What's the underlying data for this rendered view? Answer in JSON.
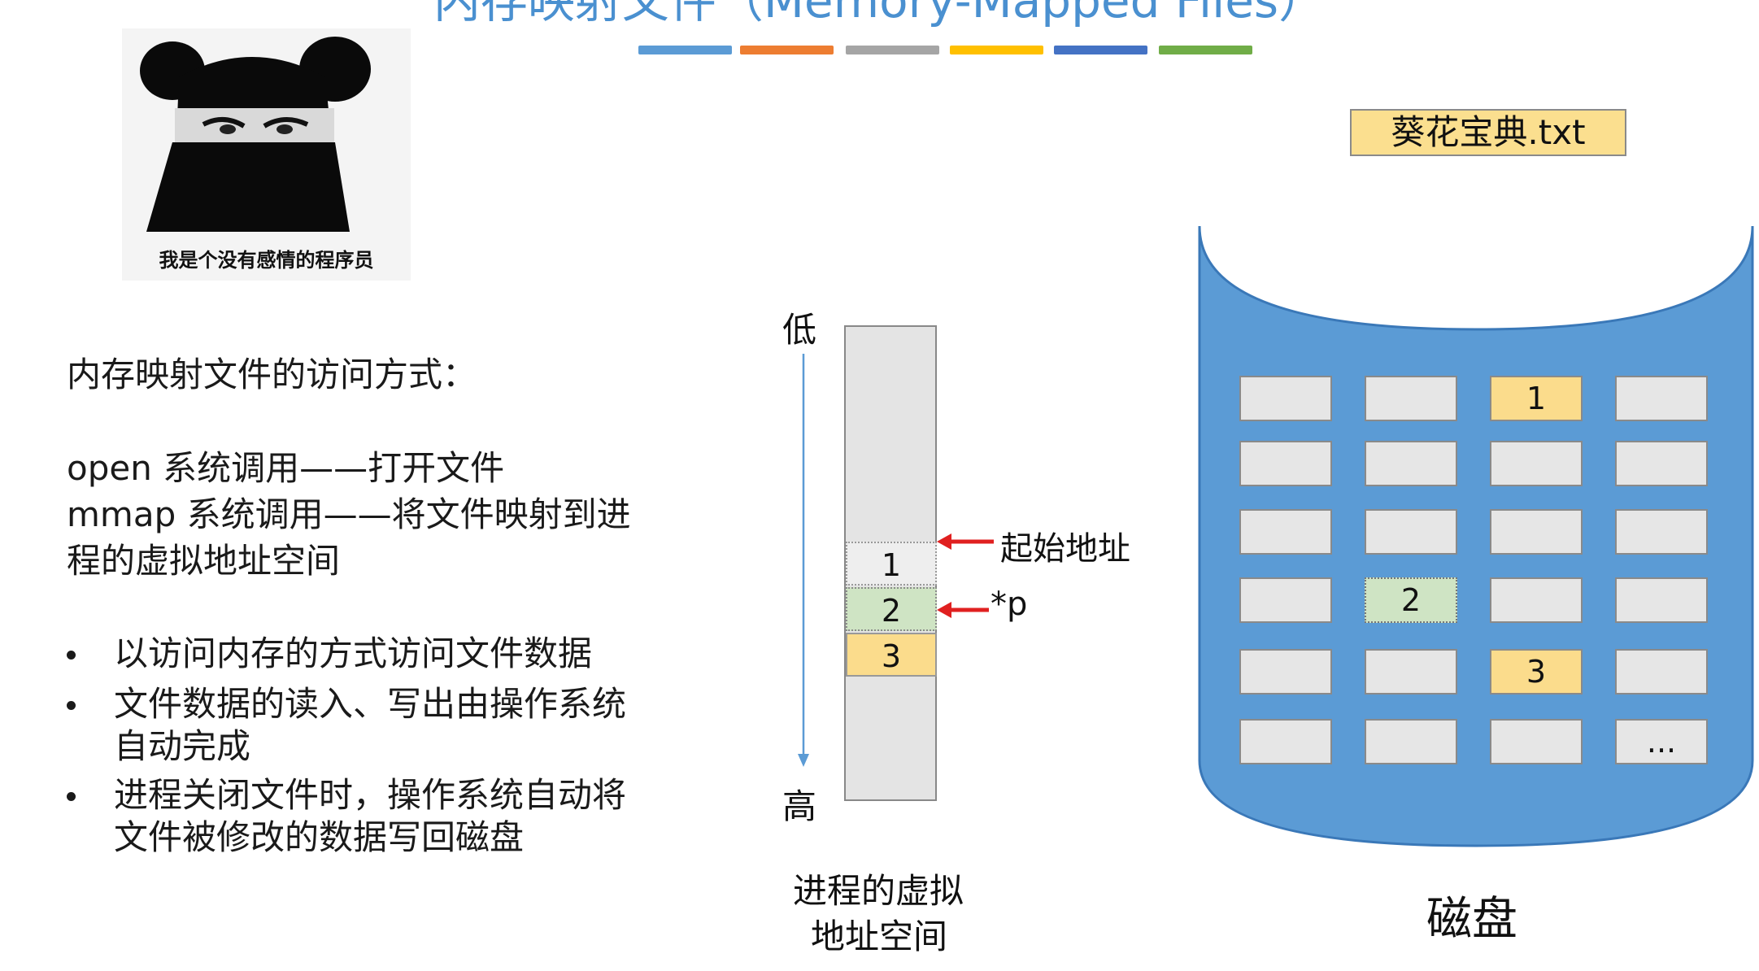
{
  "title": "内存映射文件（Memory-Mapped Files）",
  "title_bar_colors": [
    "#5b9bd5",
    "#ed7d31",
    "#a5a5a5",
    "#ffc000",
    "#4472c4",
    "#70ad47"
  ],
  "meme": {
    "caption": "我是个没有感情的程序员"
  },
  "content": {
    "heading": "内存映射文件的访问方式：",
    "line1": "open 系统调用——打开文件",
    "line2a": "mmap 系统调用——将文件映射到进",
    "line2b": "程的虚拟地址空间",
    "bullets": [
      {
        "lines": [
          "以访问内存的方式访问文件数据"
        ]
      },
      {
        "lines": [
          "文件数据的读入、写出由操作系统",
          "自动完成"
        ]
      },
      {
        "lines": [
          "进程关闭文件时，操作系统自动将",
          "文件被修改的数据写回磁盘"
        ]
      }
    ]
  },
  "memory": {
    "low_label": "低",
    "high_label": "高",
    "cells": [
      "1",
      "2",
      "3"
    ],
    "start_addr_label": "起始地址",
    "pointer_label": "*p",
    "caption_line1": "进程的虚拟",
    "caption_line2": "地址空间"
  },
  "disk": {
    "file_label": "葵花宝典.txt",
    "label": "磁盘",
    "rows": [
      [
        {
          "text": "",
          "style": "gray"
        },
        {
          "text": "",
          "style": "gray"
        },
        {
          "text": "1",
          "style": "yellow"
        },
        {
          "text": "",
          "style": "gray"
        }
      ],
      [
        {
          "text": "",
          "style": "gray"
        },
        {
          "text": "",
          "style": "gray"
        },
        {
          "text": "",
          "style": "gray"
        },
        {
          "text": "",
          "style": "gray"
        }
      ],
      [
        {
          "text": "",
          "style": "gray"
        },
        {
          "text": "",
          "style": "gray"
        },
        {
          "text": "",
          "style": "gray"
        },
        {
          "text": "",
          "style": "gray"
        }
      ],
      [
        {
          "text": "",
          "style": "gray"
        },
        {
          "text": "2",
          "style": "green"
        },
        {
          "text": "",
          "style": "gray"
        },
        {
          "text": "",
          "style": "gray"
        }
      ],
      [
        {
          "text": "",
          "style": "gray"
        },
        {
          "text": "",
          "style": "gray"
        },
        {
          "text": "3",
          "style": "yellow"
        },
        {
          "text": "",
          "style": "gray"
        }
      ],
      [
        {
          "text": "",
          "style": "gray"
        },
        {
          "text": "",
          "style": "gray"
        },
        {
          "text": "",
          "style": "gray"
        },
        {
          "text": "...",
          "style": "gray"
        }
      ]
    ],
    "colors": {
      "body": "#5b9bd5",
      "outline": "#3a78b8",
      "yellow": "#fbdc8c",
      "green": "#cfe4c4",
      "gray": "#e6e6e6"
    }
  }
}
